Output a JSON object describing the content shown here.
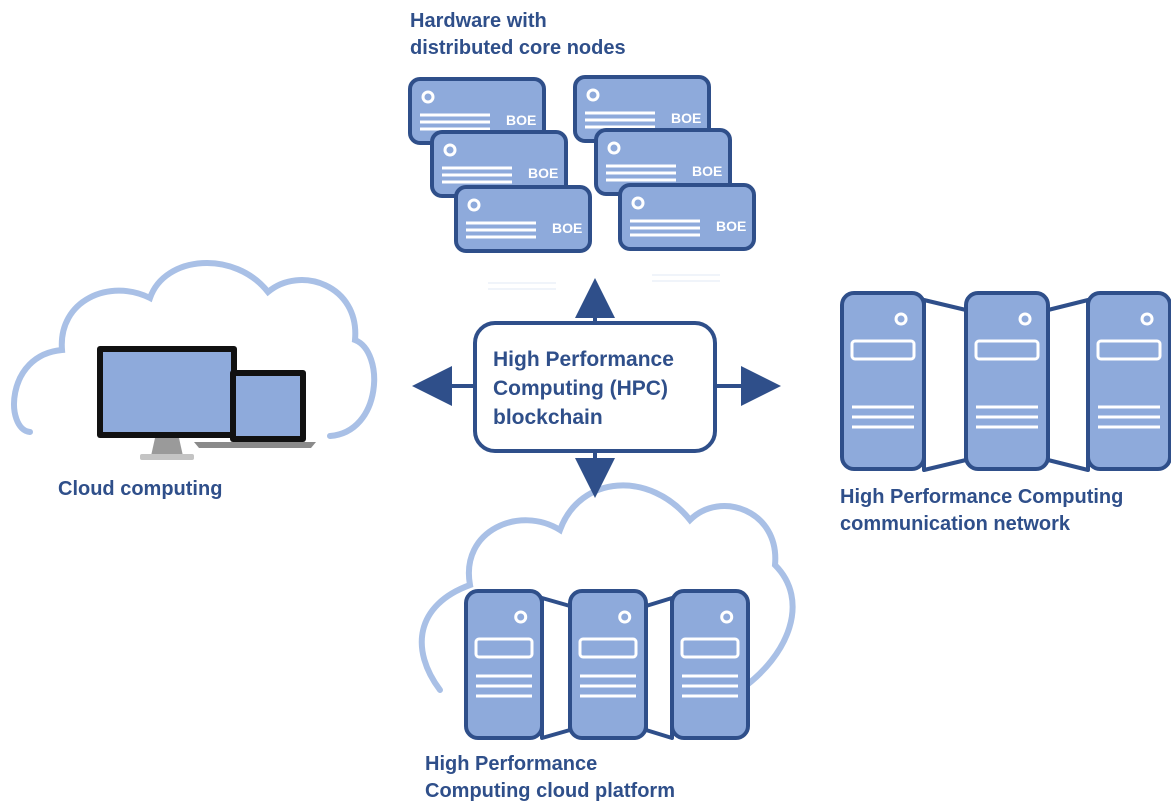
{
  "center": {
    "lines": [
      "High Performance",
      "Computing (HPC)",
      "blockchain"
    ]
  },
  "hardware": {
    "title_lines": [
      "Hardware with",
      "distributed core nodes"
    ],
    "node_label": "BOE"
  },
  "cloud_computing": {
    "label": "Cloud computing"
  },
  "hpc_network": {
    "label_lines": [
      "High Performance Computing",
      "communication network"
    ]
  },
  "hpc_cloud": {
    "label_lines": [
      "High Performance",
      "Computing cloud platform"
    ]
  },
  "colors": {
    "dark_blue": "#2f4f8a",
    "fill_blue": "#8eaadb",
    "cloud_outline": "#a9c0e6",
    "screen": "#8eaadb",
    "frame": "#111111"
  }
}
